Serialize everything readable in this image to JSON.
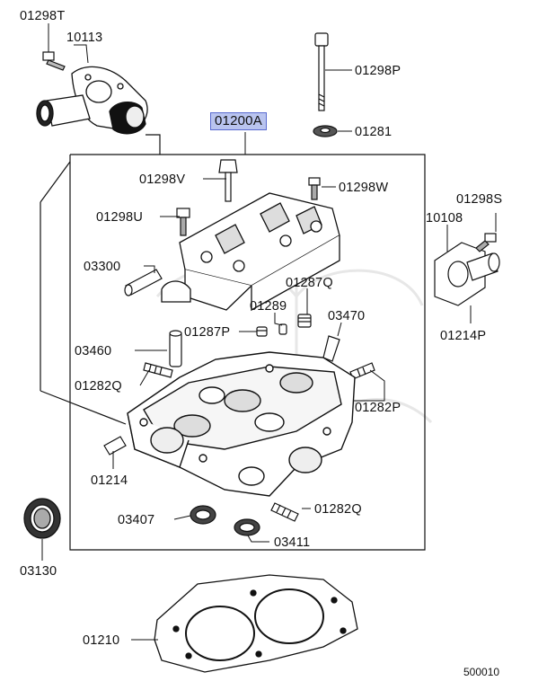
{
  "diagram": {
    "main_assembly_part": "01200A",
    "figure_code": "500010",
    "callouts": {
      "c01298T": "01298T",
      "c10113": "10113",
      "c01298P": "01298P",
      "c01200A": "01200A",
      "c01281": "01281",
      "c01298V": "01298V",
      "c01298W": "01298W",
      "c01298U": "01298U",
      "c01298S": "01298S",
      "c10108": "10108",
      "c03300": "03300",
      "c01287Q": "01287Q",
      "c01289": "01289",
      "c03470": "03470",
      "c01287P": "01287P",
      "c01214P": "01214P",
      "c03460": "03460",
      "c01282Q_upper": "01282Q",
      "c01282P": "01282P",
      "c01214": "01214",
      "c03407": "03407",
      "c01282Q_lower": "01282Q",
      "c03411": "03411",
      "c03130": "03130",
      "c01210": "01210"
    }
  }
}
